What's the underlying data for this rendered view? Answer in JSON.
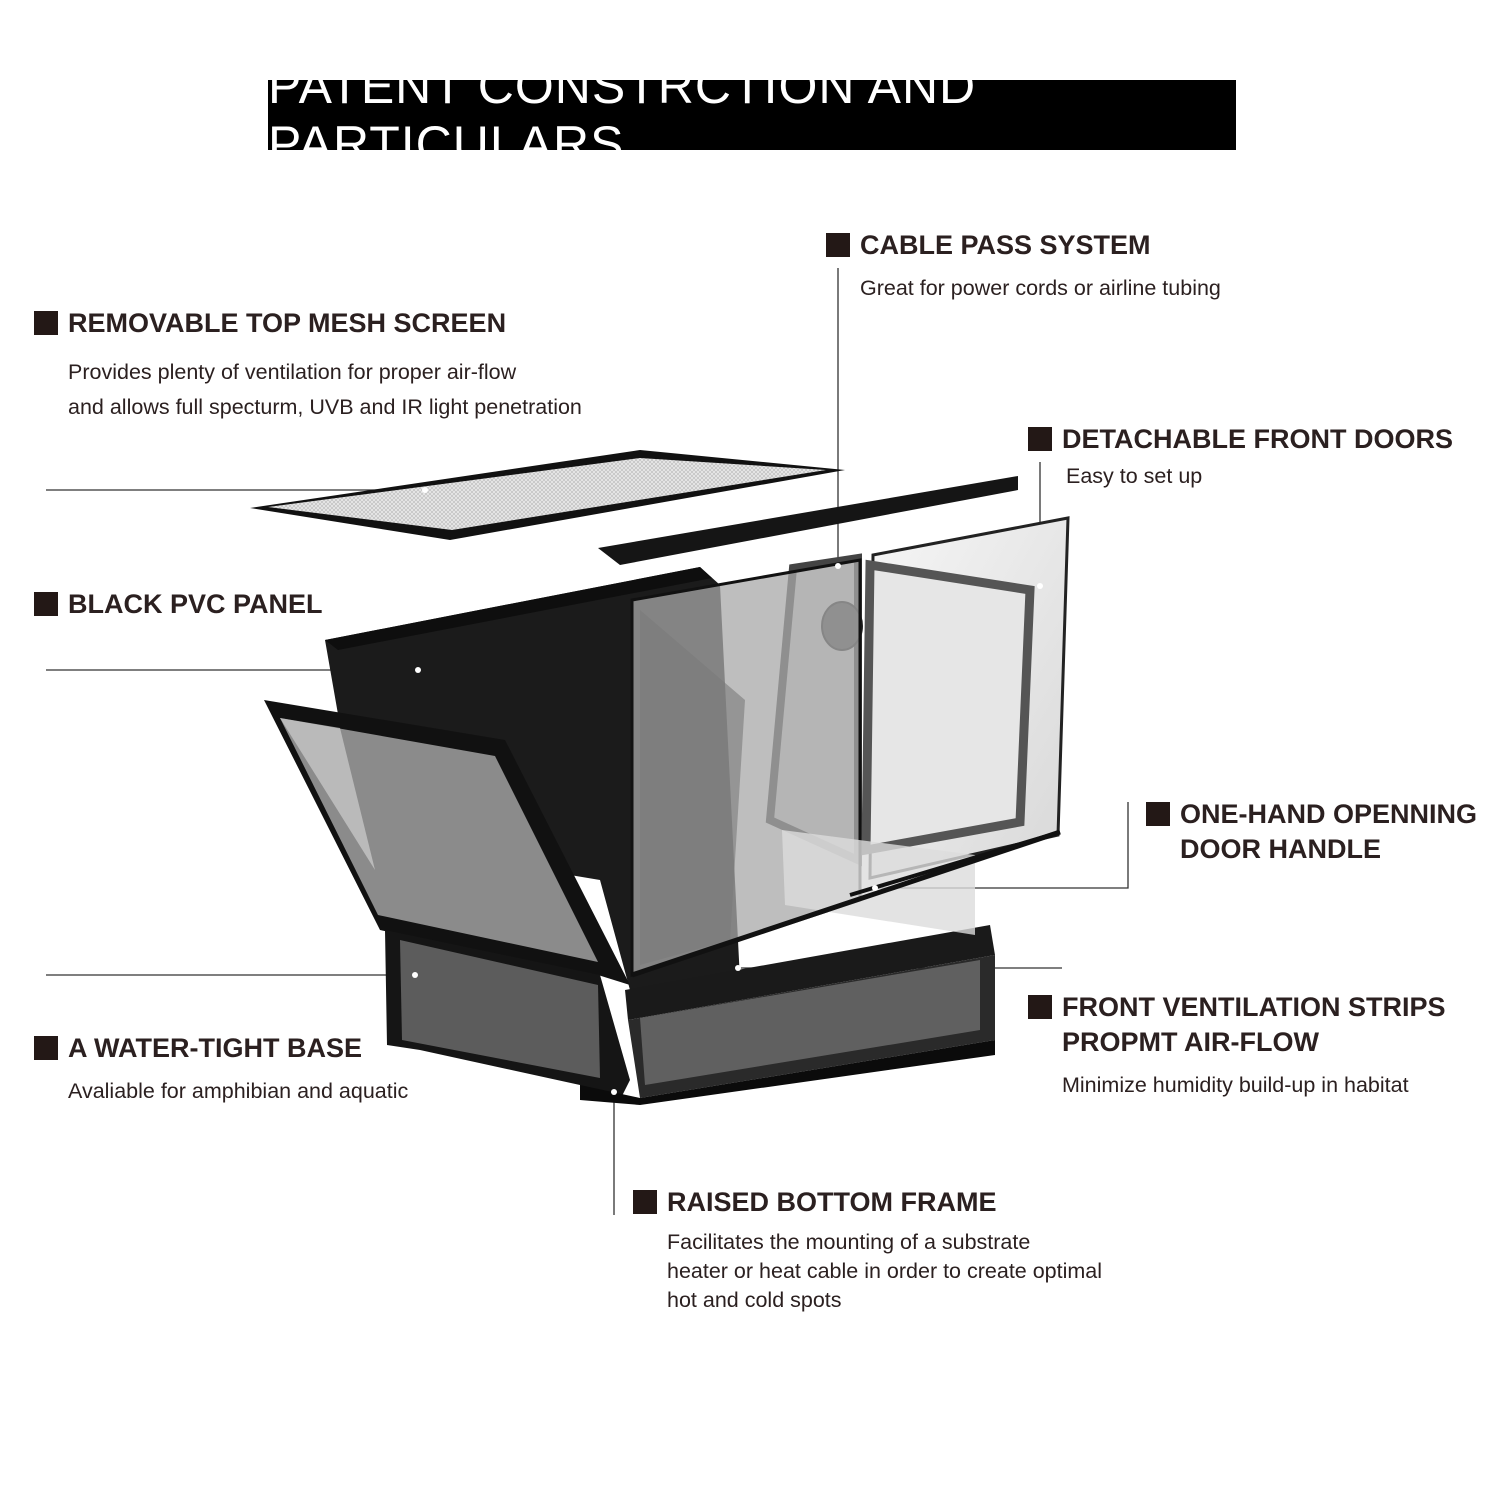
{
  "title": "PATENT CONSTRCTION AND PARTICULARS",
  "labels": {
    "top_mesh": {
      "heading": "REMOVABLE TOP MESH SCREEN",
      "desc_lines": [
        "Provides plenty of ventilation for proper air-flow",
        "and allows full specturm, UVB and IR light penetration"
      ]
    },
    "cable_pass": {
      "heading": "CABLE PASS SYSTEM",
      "desc_lines": [
        "Great for power cords or airline tubing"
      ]
    },
    "front_doors": {
      "heading": "DETACHABLE FRONT DOORS",
      "desc_lines": [
        "Easy to set up"
      ]
    },
    "pvc_panel": {
      "heading": "BLACK PVC PANEL",
      "desc_lines": []
    },
    "door_handle": {
      "heading_lines": [
        "ONE-HAND OPENNING",
        "DOOR HANDLE"
      ]
    },
    "ventilation": {
      "heading_lines": [
        "FRONT VENTILATION STRIPS",
        "PROPMT AIR-FLOW"
      ],
      "desc_lines": [
        "Minimize humidity build-up in habitat"
      ]
    },
    "base": {
      "heading": "A WATER-TIGHT BASE",
      "desc_lines": [
        "Avaliable for amphibian and aquatic"
      ]
    },
    "bottom_frame": {
      "heading": "RAISED BOTTOM FRAME",
      "desc_lines": [
        "Facilitates the mounting of a substrate",
        "heater or heat cable in order to create optimal",
        "hot and cold spots"
      ]
    }
  },
  "colors": {
    "frame": "#111111",
    "glass": "#9a9a9a",
    "panel": "#1a1a1a",
    "text": "#2b2020"
  }
}
